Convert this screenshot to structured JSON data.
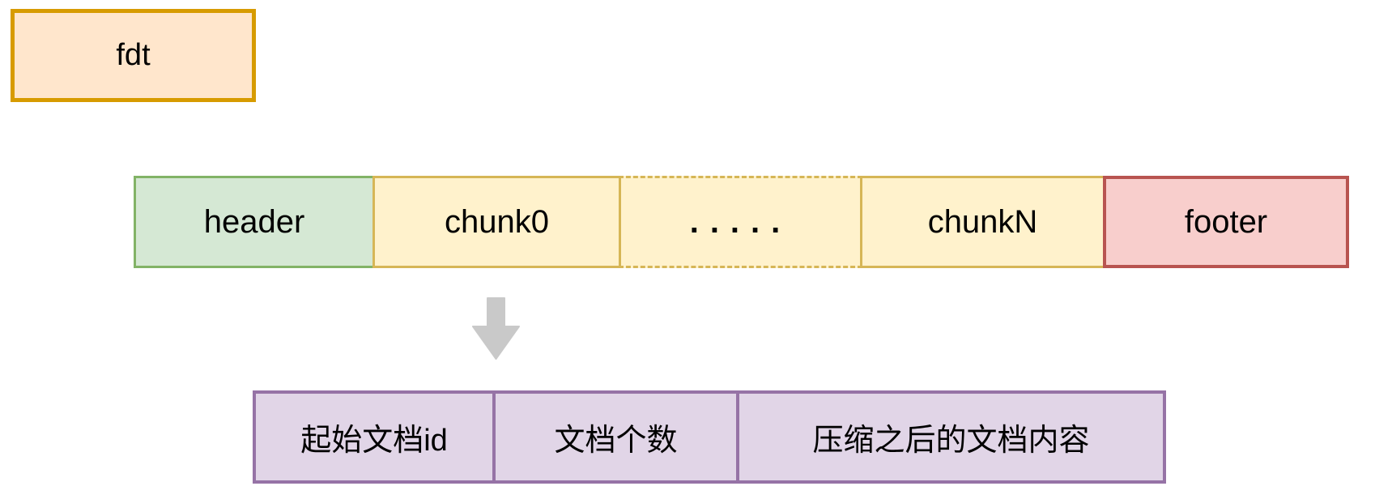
{
  "diagram": {
    "file_box": {
      "label": "fdt",
      "fill": "#FFE6CC",
      "stroke": "#D79B00"
    },
    "file_bar": {
      "segments": [
        {
          "label": "header",
          "fill": "#D5E8D4",
          "stroke": "#82B366",
          "border_style": "solid"
        },
        {
          "label": "chunk0",
          "fill": "#FFF2CC",
          "stroke": "#D6B656",
          "border_style": "solid"
        },
        {
          "label": ".....",
          "fill": "#FFF2CC",
          "stroke": "#D6B656",
          "border_style": "dashed"
        },
        {
          "label": "chunkN",
          "fill": "#FFF2CC",
          "stroke": "#D6B656",
          "border_style": "solid"
        },
        {
          "label": "footer",
          "fill": "#F8CECC",
          "stroke": "#B85450",
          "border_style": "solid"
        }
      ]
    },
    "arrow": {
      "icon": "down-arrow-icon",
      "direction": "down",
      "color": "#C9C9C9"
    },
    "chunk_bar": {
      "fill": "#E1D5E7",
      "stroke": "#9673A6",
      "segments": [
        {
          "label": "起始文档id"
        },
        {
          "label": "文档个数"
        },
        {
          "label": "压缩之后的文档内容"
        }
      ]
    }
  }
}
